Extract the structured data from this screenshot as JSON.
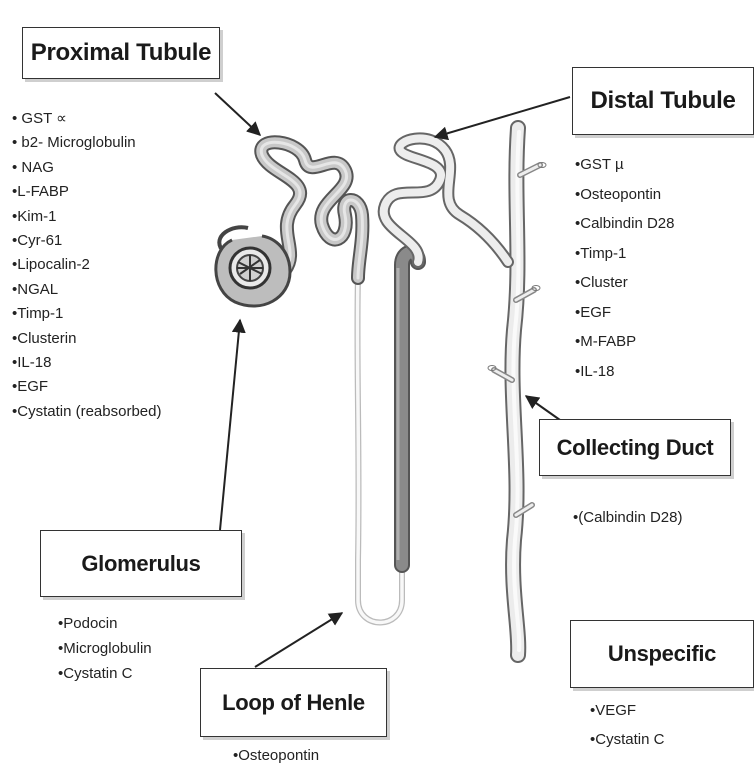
{
  "labels": {
    "proximal": "Proximal Tubule",
    "distal": "Distal Tubule",
    "collecting": "Collecting Duct",
    "glomerulus": "Glomerulus",
    "unspecific": "Unspecific",
    "loop": "Loop of Henle"
  },
  "proximal_markers": [
    "• GST ∝",
    "• b2- Microglobulin",
    "• NAG",
    "•L-FABP",
    "•Kim-1",
    "•Cyr-61",
    "•Lipocalin-2",
    "•NGAL",
    "•Timp-1",
    "•Clusterin",
    "•IL-18",
    "•EGF",
    "•Cystatin (reabsorbed)"
  ],
  "distal_markers": [
    "•GST µ",
    "•Osteopontin",
    "•Calbindin D28",
    "•Timp-1",
    "•Cluster",
    "•EGF",
    "•M-FABP",
    "•IL-18"
  ],
  "collecting_markers": [
    "•(Calbindin D28)"
  ],
  "glomerulus_markers": [
    "•Podocin",
    "•Microglobulin",
    "•Cystatin C"
  ],
  "unspecific_markers": [
    "•VEGF",
    "•Cystatin C"
  ],
  "loop_markers": [
    "•Osteopontin"
  ]
}
